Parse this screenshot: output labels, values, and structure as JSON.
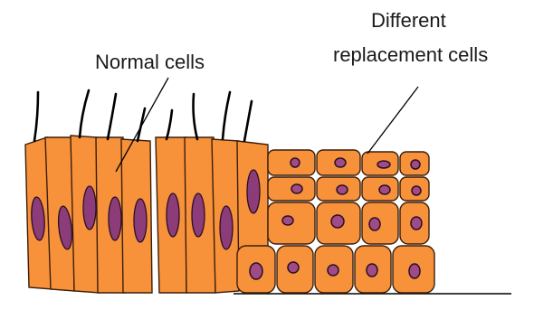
{
  "labels": {
    "normal_cells": "Normal cells",
    "different_line1": "Different",
    "different_line2": "replacement cells"
  },
  "colors": {
    "cell_fill": "#f7923a",
    "nucleus_fill": "#8c3c78",
    "outline": "#3a1e0c",
    "cilia": "#000000"
  }
}
